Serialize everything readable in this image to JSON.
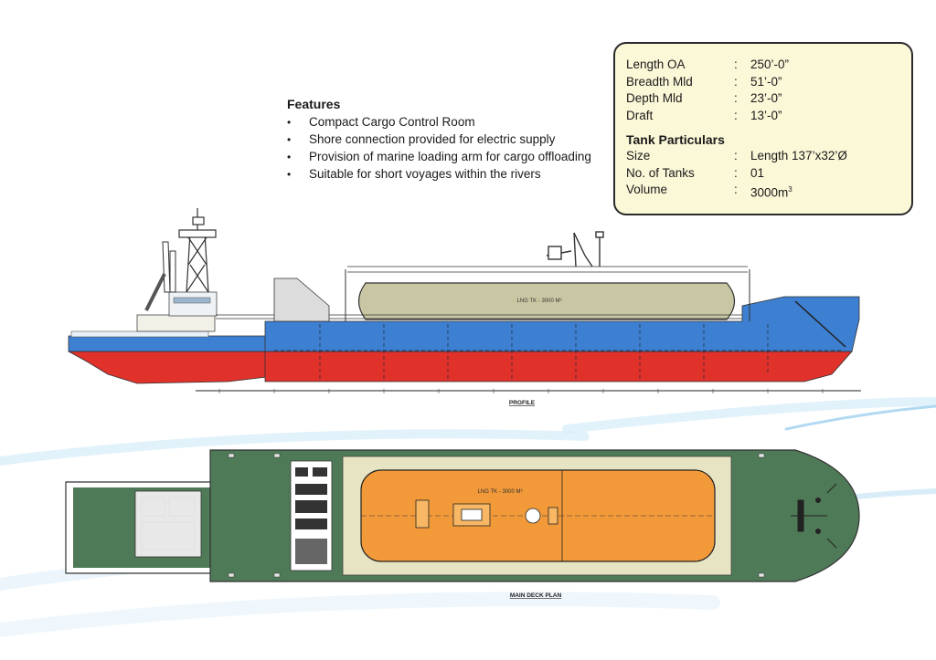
{
  "features": {
    "title": "Features",
    "items": [
      "Compact Cargo Control Room",
      "Shore connection provided for electric supply",
      "Provision of marine loading arm for cargo offloading",
      "Suitable for short voyages within the rivers"
    ]
  },
  "specs": {
    "rows": [
      {
        "label": "Length OA",
        "value": "250’-0”"
      },
      {
        "label": "Breadth Mld",
        "value": "51’-0”"
      },
      {
        "label": "Depth Mld",
        "value": "23’-0”"
      },
      {
        "label": "Draft",
        "value": "13’-0”"
      }
    ],
    "separator": ":",
    "tank_title": "Tank Particulars",
    "tank_rows": [
      {
        "label": "Size",
        "value": "Length 137’x32’Ø"
      },
      {
        "label": "No. of Tanks",
        "value": "01"
      },
      {
        "label": "Volume",
        "value": "3000m",
        "sup": "3"
      }
    ]
  },
  "drawings": {
    "profile_tank_label": "LNG TK - 3000 M³",
    "profile_caption": "PROFILE",
    "plan_tank_label": "LNG TK - 3000 M³",
    "plan_caption": "MAIN DECK PLAN"
  },
  "colors": {
    "hull_red": "#e0312b",
    "hull_blue": "#3d7fd0",
    "tank_khaki": "#c9c7a3",
    "deck_green": "#4e7a57",
    "tank_orange": "#f29a3a",
    "spec_bg": "#fbf8d8"
  }
}
